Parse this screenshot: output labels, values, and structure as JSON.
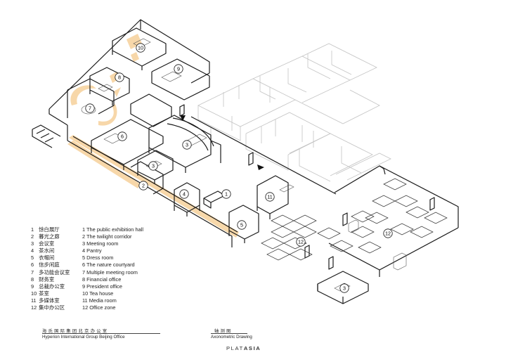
{
  "legend": [
    {
      "num": "1",
      "cn": "馀白展厅",
      "en": "1 The public exhibition hall"
    },
    {
      "num": "2",
      "cn": "暮光之廊",
      "en": "2 The twilight corridor"
    },
    {
      "num": "3",
      "cn": "会议室",
      "en": "3 Meeting room"
    },
    {
      "num": "4",
      "cn": "茶水间",
      "en": "4 Pantry"
    },
    {
      "num": "5",
      "cn": "衣帽间",
      "en": "5 Dress room"
    },
    {
      "num": "6",
      "cn": "信步闲庭",
      "en": "6 The nature courtyard"
    },
    {
      "num": "7",
      "cn": "多功能会议室",
      "en": "7 Multiple meeting room"
    },
    {
      "num": "8",
      "cn": "财务室",
      "en": "8 Financial office"
    },
    {
      "num": "9",
      "cn": "总裁办公室",
      "en": "9 President office"
    },
    {
      "num": "10",
      "cn": "茶室",
      "en": "10 Tea house"
    },
    {
      "num": "11",
      "cn": "多媒体室",
      "en": "11 Media room"
    },
    {
      "num": "12",
      "cn": "集中办公区",
      "en": "12 Office zone"
    }
  ],
  "project": {
    "title_cn": "海氏国际集团北京办公室",
    "title_en": "Hyperion International Group Beijing Office"
  },
  "drawing": {
    "title_cn": "轴测图",
    "title_en": "Axonometric Drawing"
  },
  "brand": {
    "part1": "PLAT",
    "part2": "ASIA"
  },
  "markers": [
    {
      "label": "1"
    },
    {
      "label": "2"
    },
    {
      "label": "3"
    },
    {
      "label": "3"
    },
    {
      "label": "3"
    },
    {
      "label": "4"
    },
    {
      "label": "5"
    },
    {
      "label": "6"
    },
    {
      "label": "7"
    },
    {
      "label": "8"
    },
    {
      "label": "9"
    },
    {
      "label": "10"
    },
    {
      "label": "11"
    },
    {
      "label": "12"
    },
    {
      "label": "12"
    }
  ],
  "colors": {
    "ink": "#1a1a1a",
    "ghost": "#bdbdbd",
    "highlight": "#f2c98a"
  }
}
